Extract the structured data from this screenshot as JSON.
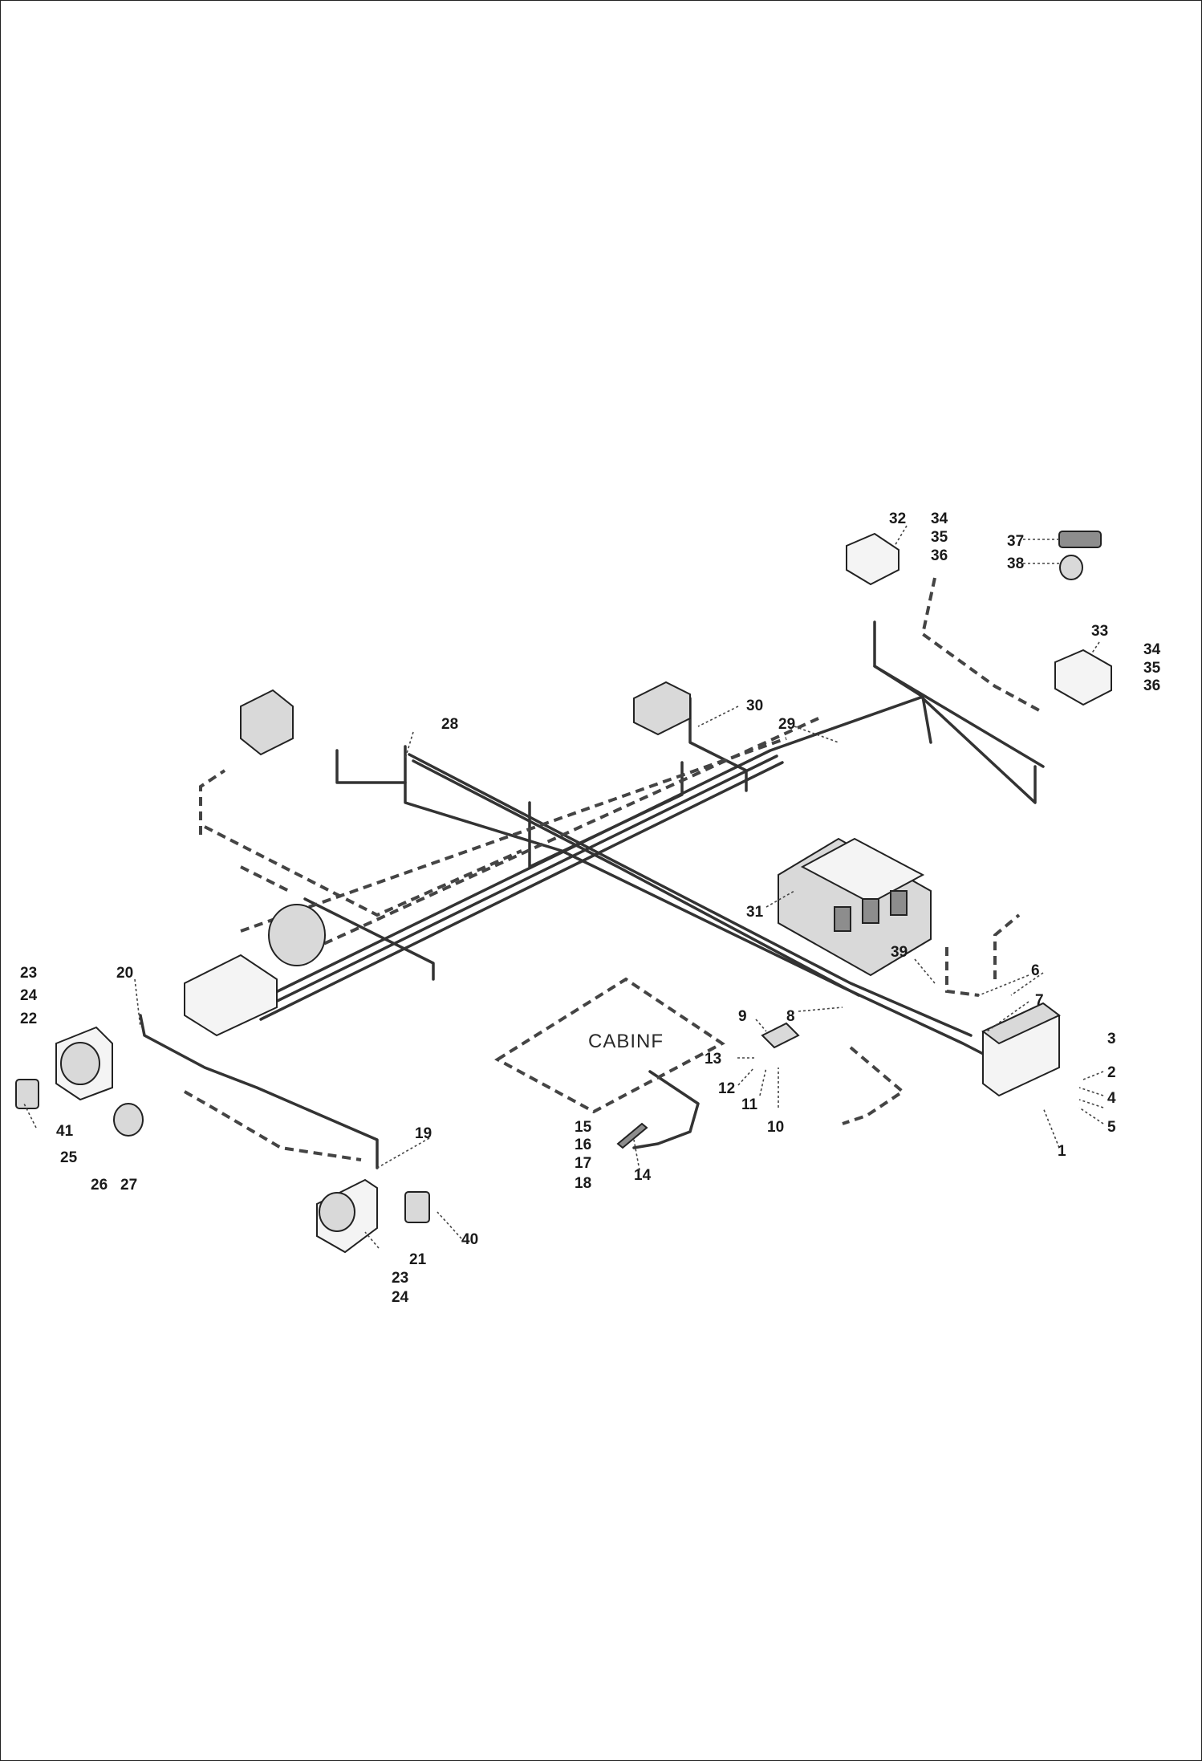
{
  "diagram": {
    "center_label": "CABINF",
    "callouts": [
      "1",
      "2",
      "3",
      "4",
      "5",
      "6",
      "7",
      "8",
      "9",
      "10",
      "11",
      "12",
      "13",
      "14",
      "15",
      "16",
      "17",
      "18",
      "19",
      "20",
      "21",
      "22",
      "23",
      "23",
      "24",
      "24",
      "25",
      "26",
      "27",
      "28",
      "29",
      "30",
      "31",
      "32",
      "33",
      "34",
      "34",
      "35",
      "35",
      "36",
      "36",
      "37",
      "38",
      "39",
      "40",
      "41"
    ]
  },
  "colors": {
    "line": "#333333",
    "part_fill": "#d9d9d9",
    "background": "#ffffff"
  }
}
